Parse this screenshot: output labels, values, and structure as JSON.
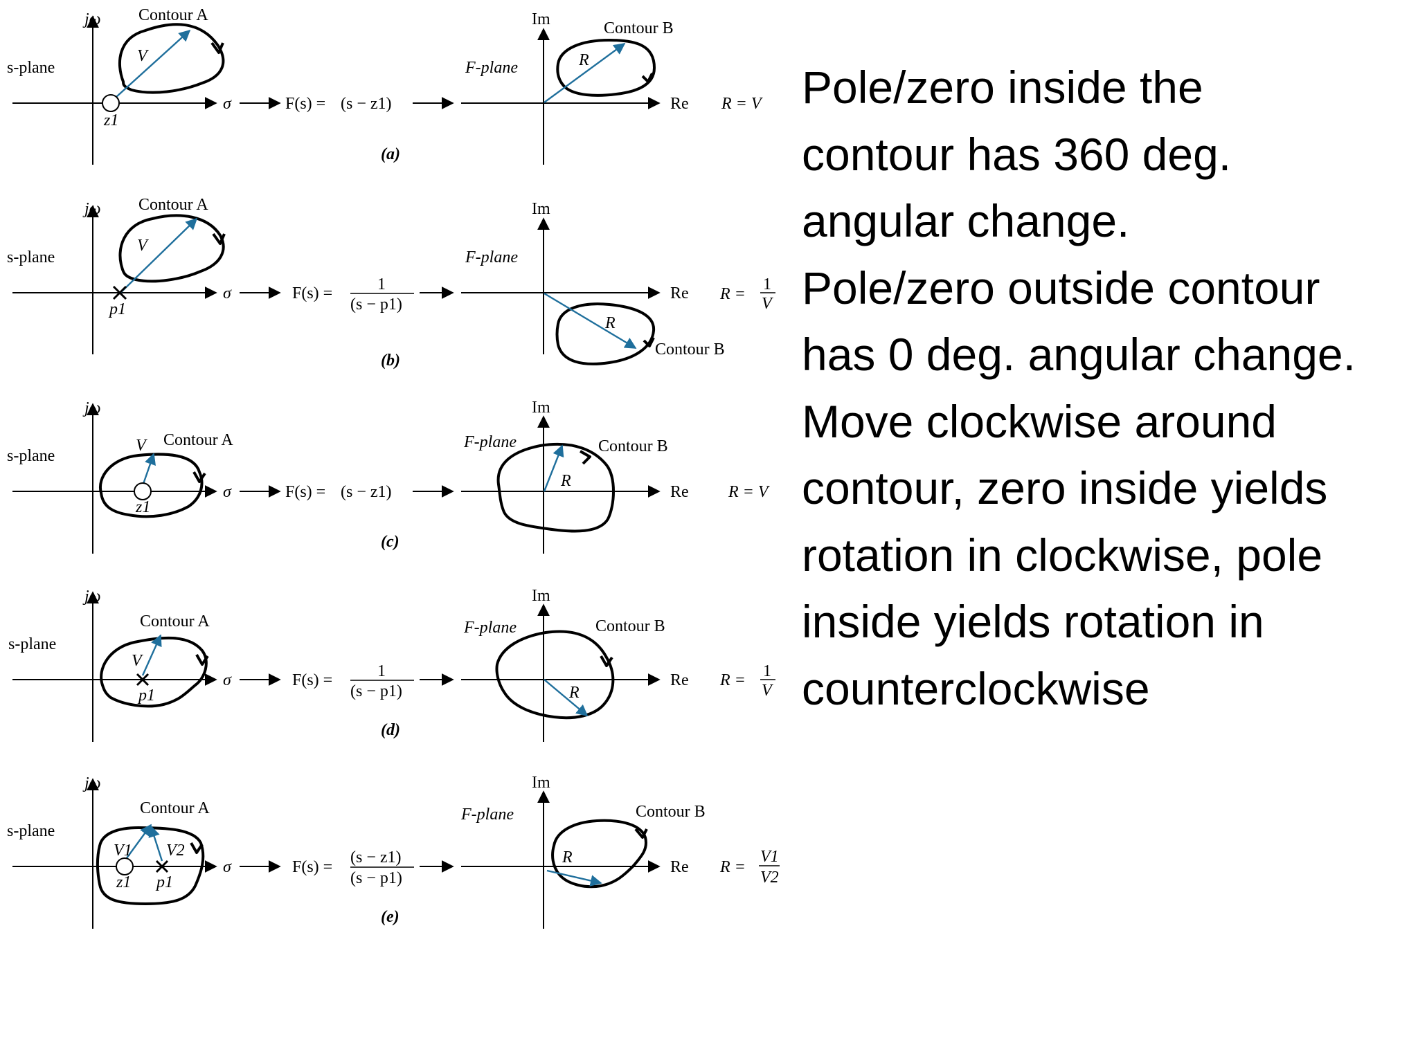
{
  "explanation_lines": [
    "Pole/zero inside the",
    "contour has 360 deg.",
    "angular change.",
    "Pole/zero outside contour",
    "has 0 deg. angular change.",
    "Move clockwise around",
    "contour, zero inside yields",
    "rotation in clockwise, pole",
    "inside yields rotation in",
    "counterclockwise"
  ],
  "colors": {
    "vector": "#1f6f9c",
    "contour": "#000000"
  },
  "panels": [
    {
      "caption": "(a)",
      "s_plane_label": "s-plane",
      "jw_label": "jω",
      "sigma_label": "σ",
      "contour_a_label": "Contour A",
      "vector_label": "V",
      "point_label": "z1",
      "function": {
        "lhs": "F(s) =",
        "rhs": "(s − z1)"
      },
      "f_plane_label": "F-plane",
      "im_label": "Im",
      "re_label": "Re",
      "contour_b_label": "Contour B",
      "r_label": "R",
      "result": "R = V"
    },
    {
      "caption": "(b)",
      "s_plane_label": "s-plane",
      "jw_label": "jω",
      "sigma_label": "σ",
      "contour_a_label": "Contour A",
      "vector_label": "V",
      "point_label": "p1",
      "function": {
        "lhs": "F(s) =",
        "num": "1",
        "den": "(s − p1)"
      },
      "f_plane_label": "F-plane",
      "im_label": "Im",
      "re_label": "Re",
      "contour_b_label": "Contour B",
      "r_label": "R",
      "result": {
        "lhs": "R =",
        "num": "1",
        "den": "V"
      }
    },
    {
      "caption": "(c)",
      "s_plane_label": "s-plane",
      "jw_label": "jω",
      "sigma_label": "σ",
      "contour_a_label": "Contour A",
      "vector_label": "V",
      "point_label": "z1",
      "function": {
        "lhs": "F(s) =",
        "rhs": "(s − z1)"
      },
      "f_plane_label": "F-plane",
      "im_label": "Im",
      "re_label": "Re",
      "contour_b_label": "Contour B",
      "r_label": "R",
      "result": "R = V"
    },
    {
      "caption": "(d)",
      "s_plane_label": "s-plane",
      "jw_label": "jω",
      "sigma_label": "σ",
      "contour_a_label": "Contour A",
      "vector_label": "V",
      "point_label": "p1",
      "function": {
        "lhs": "F(s) =",
        "num": "1",
        "den": "(s − p1)"
      },
      "f_plane_label": "F-plane",
      "im_label": "Im",
      "re_label": "Re",
      "contour_b_label": "Contour B",
      "r_label": "R",
      "result": {
        "lhs": "R =",
        "num": "1",
        "den": "V"
      }
    },
    {
      "caption": "(e)",
      "s_plane_label": "s-plane",
      "jw_label": "jω",
      "sigma_label": "σ",
      "contour_a_label": "Contour A",
      "vector_labels": [
        "V1",
        "V2"
      ],
      "point_labels": [
        "z1",
        "p1"
      ],
      "function": {
        "lhs": "F(s) =",
        "num": "(s − z1)",
        "den": "(s − p1)"
      },
      "f_plane_label": "F-plane",
      "im_label": "Im",
      "re_label": "Re",
      "contour_b_label": "Contour B",
      "r_label": "R",
      "result": {
        "lhs": "R =",
        "num": "V1",
        "den": "V2"
      }
    }
  ]
}
